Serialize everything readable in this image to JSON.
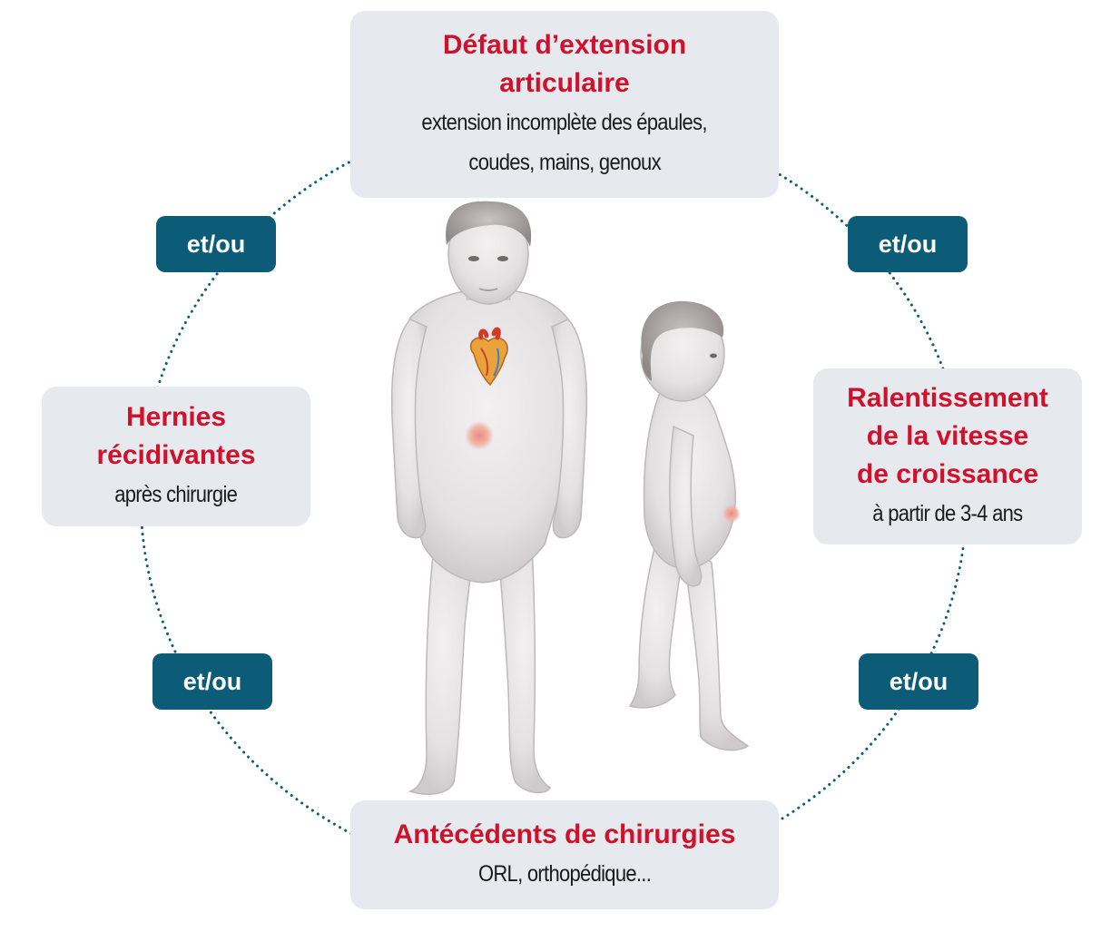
{
  "boxes": {
    "top": {
      "title_line1": "Défaut d’extension",
      "title_line2": "articulaire",
      "sub_line1": "extension incomplète des épaules,",
      "sub_line2": "coudes, mains, genoux"
    },
    "left": {
      "title_line1": "Hernies",
      "title_line2": "récidivantes",
      "sub_line1": "après chirurgie"
    },
    "right": {
      "title_line1": "Ralentissement",
      "title_line2": "de la vitesse",
      "title_line3": "de croissance",
      "sub_line1": "à partir de 3-4 ans"
    },
    "bottom": {
      "title_line1": "Antécédents de chirurgies",
      "sub_line1": "ORL, orthopédique..."
    }
  },
  "connector_label": "et/ou",
  "colors": {
    "title": "#d0112b",
    "badge": "#0c5c77",
    "box_bg": "#e6eaef",
    "ring_dots": "#0c5c77"
  },
  "illustrations": {
    "figure_front": "child-front-view-with-heart",
    "figure_side": "child-side-view-protruding-belly",
    "heart_icon": "heart-icon"
  }
}
